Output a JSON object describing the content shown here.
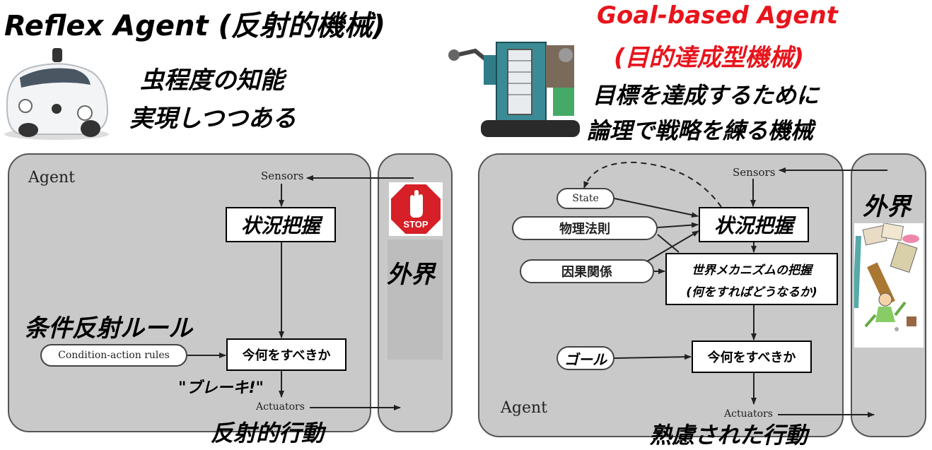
{
  "left": {
    "title": "Reflex Agent (反射的機械)",
    "subtitle_line1": "虫程度の知能",
    "subtitle_line2": "実現しつつある",
    "agent_label": "Agent",
    "sensors": "Sensors",
    "situation": "状況把握",
    "rule_title": "条件反射ルール",
    "condition_rules": "Condition-action rules",
    "what_to_do": "今何をすべきか",
    "brake": "\"ブレーキ!\"",
    "actuators": "Actuators",
    "action": "反射的行動",
    "world": "外界",
    "stop_sign": "STOP"
  },
  "right": {
    "title_line1": "Goal-based Agent",
    "title_line2": "(目的達成型機械)",
    "subtitle_line1": "目標を達成するために",
    "subtitle_line2": "論理で戦略を練る機械",
    "agent_label": "Agent",
    "sensors": "Sensors",
    "state": "State",
    "physics": "物理法則",
    "causality": "因果関係",
    "situation": "状況把握",
    "world_model_line1": "世界メカニズムの把握",
    "world_model_line2": "(何をすればどうなるか)",
    "goal": "ゴール",
    "what_to_do": "今何をすべきか",
    "actuators": "Actuators",
    "action": "熟慮された行動",
    "world": "外界"
  },
  "colors": {
    "goal_title": "#e8141c",
    "panel": "#c9c9c9",
    "stop_red": "#d61f26"
  }
}
